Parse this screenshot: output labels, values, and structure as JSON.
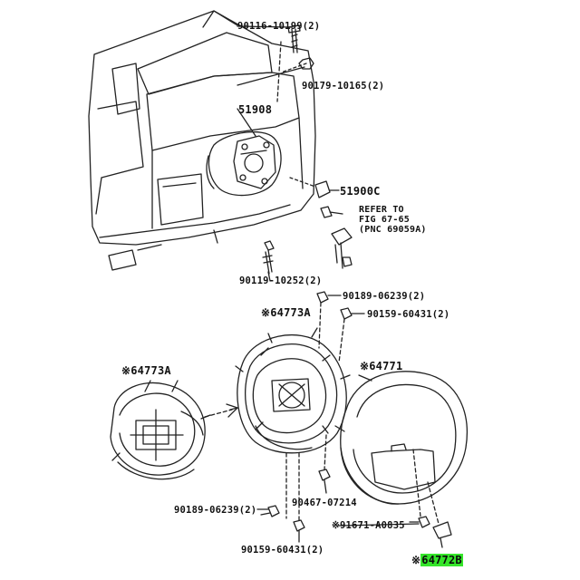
{
  "labels": {
    "p1": "90116-10199(2)",
    "p2": "90179-10165(2)",
    "p3": "51908",
    "p4": "51900C",
    "p5_line1": "REFER TO",
    "p5_line2": "FIG 67-65",
    "p5_line3": "(PNC 69059A)",
    "p6": "90119-10252(2)",
    "p7": "90189-06239(2)",
    "p8": "90159-60431(2)",
    "p9": "※64773A",
    "p10": "※64773A",
    "p11": "※64771",
    "p12": "90467-07214",
    "p13": "90189-06239(2)",
    "p14": "※91671-A0835",
    "p15": "90159-60431(2)",
    "p16_prefix": "※",
    "p16_code": "64772B"
  },
  "colors": {
    "highlight": "#35e52a",
    "ink": "#111111"
  }
}
